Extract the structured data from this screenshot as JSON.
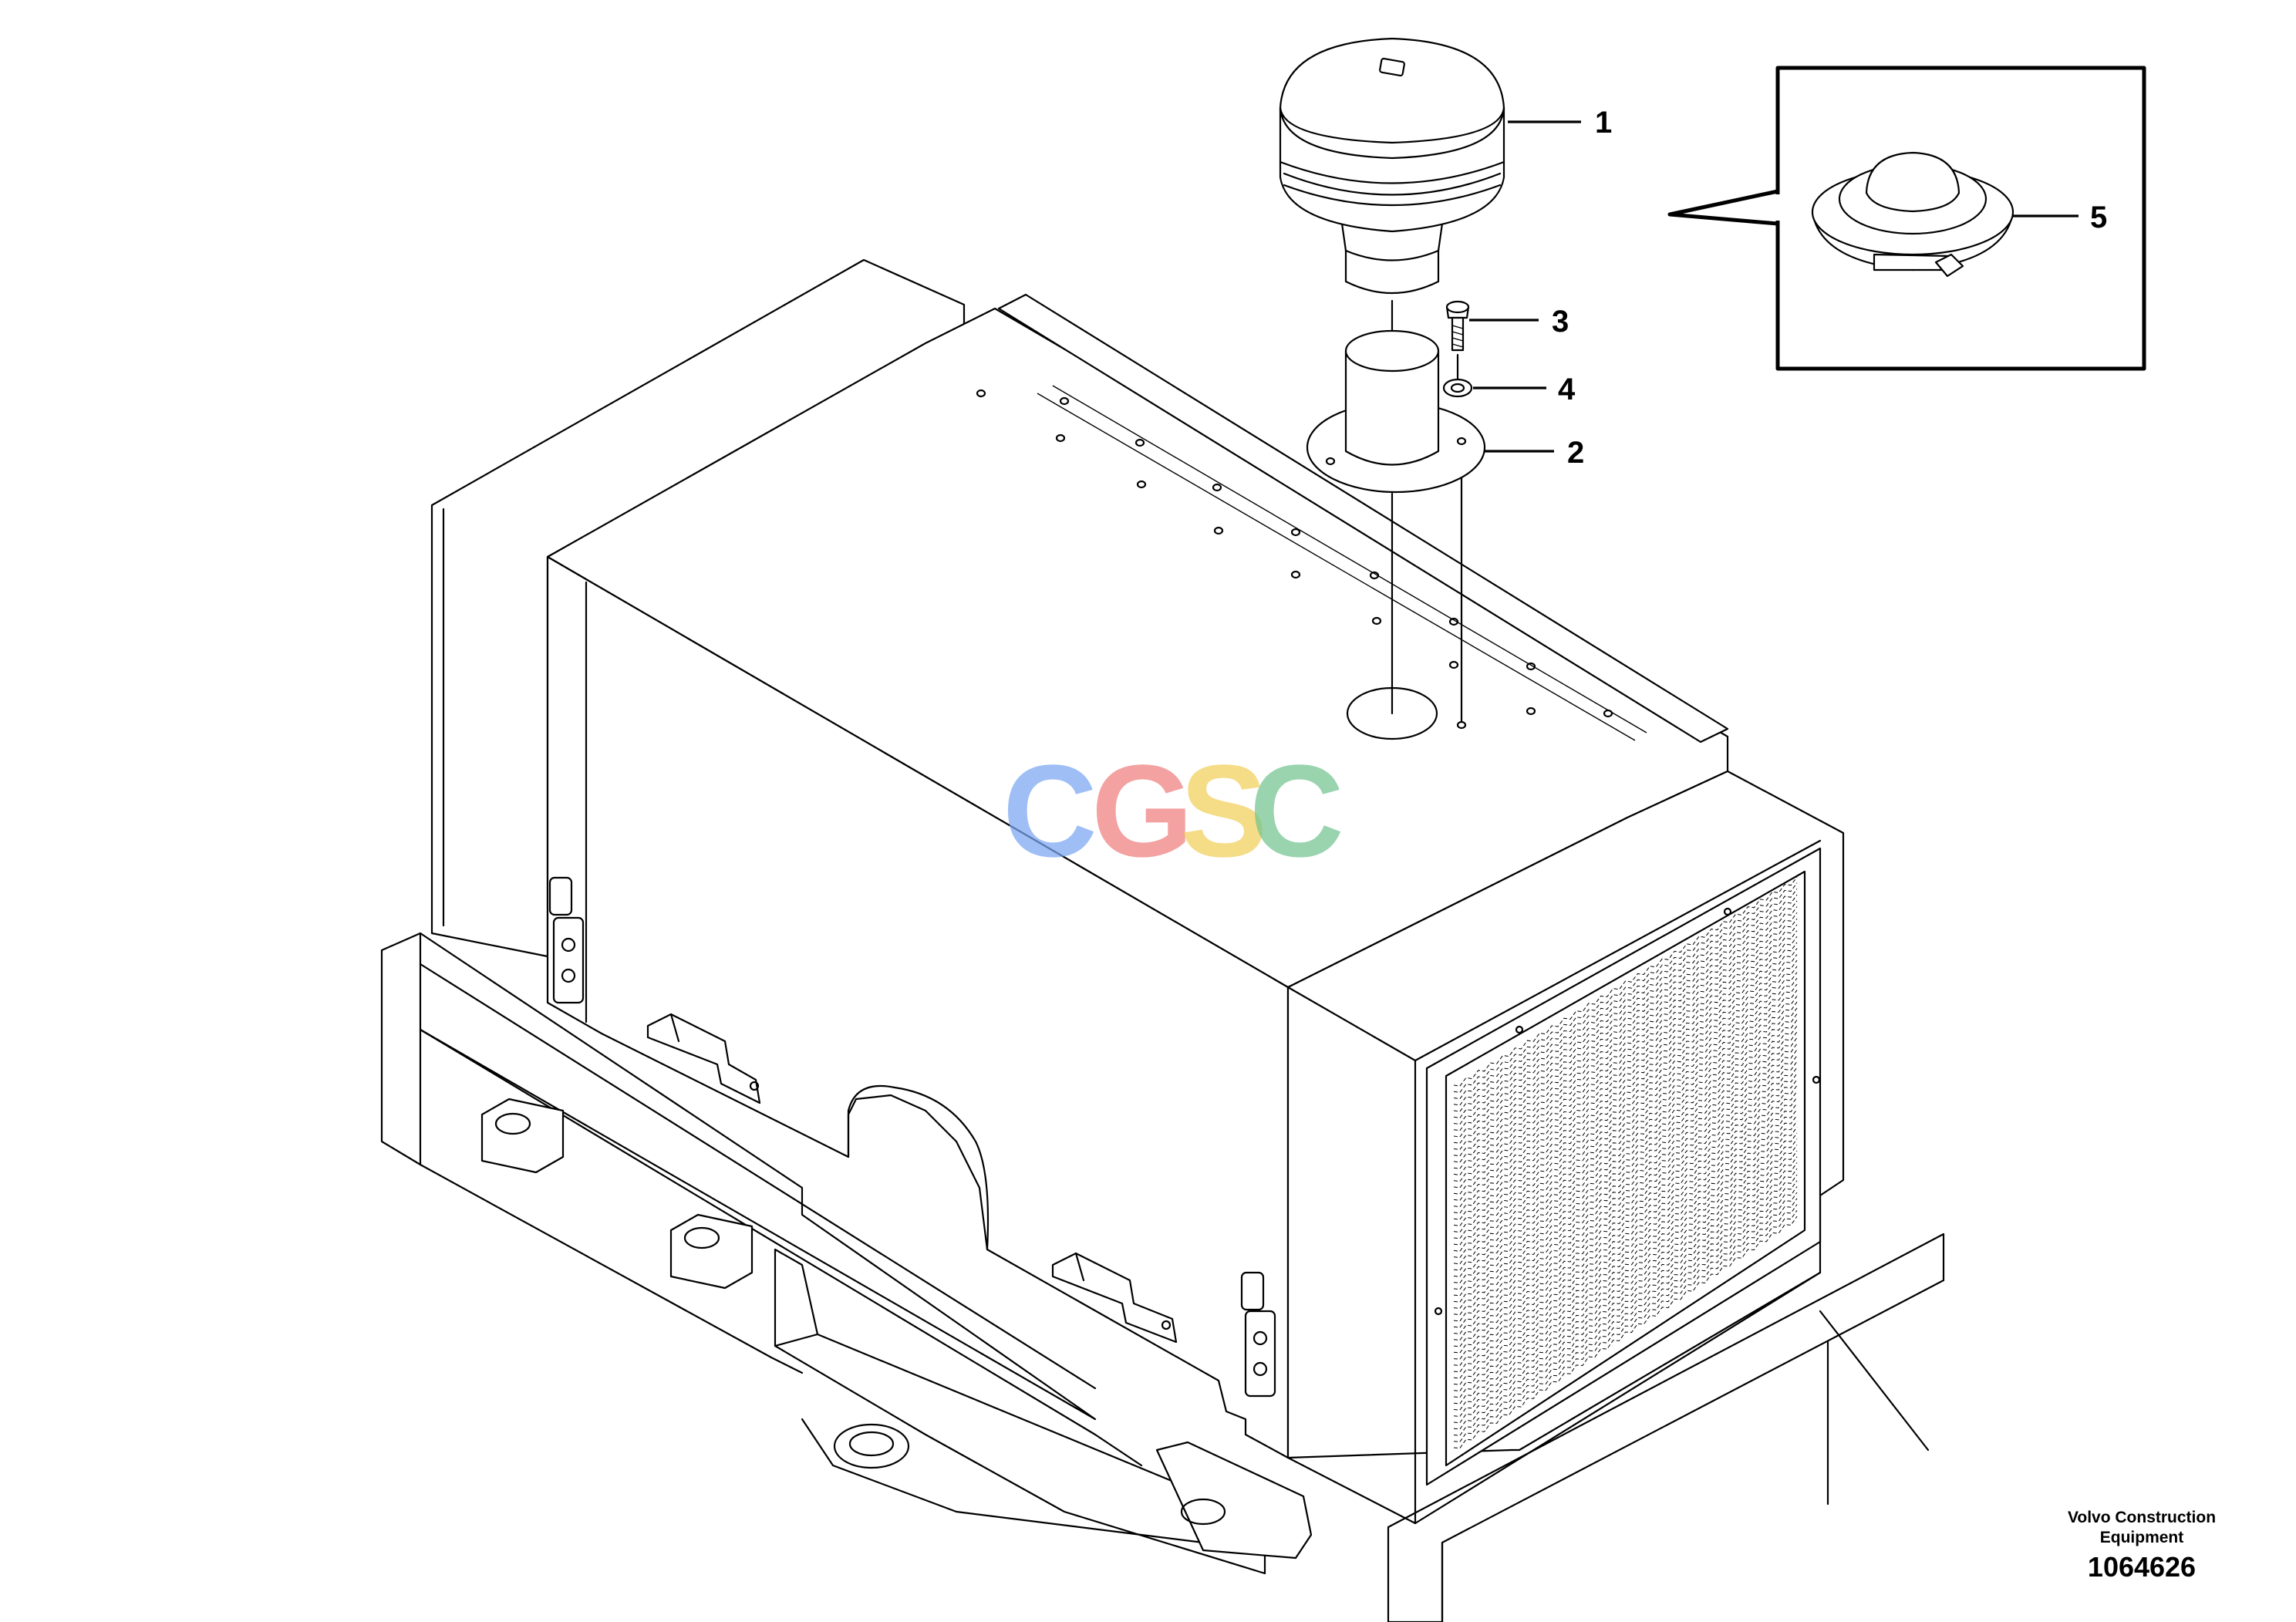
{
  "callouts": [
    {
      "id": "1"
    },
    {
      "id": "2"
    },
    {
      "id": "3"
    },
    {
      "id": "4"
    },
    {
      "id": "5"
    }
  ],
  "footer": {
    "maker_line1": "Volvo Construction",
    "maker_line2": "Equipment",
    "doc_number": "1064626"
  },
  "watermark": {
    "letters": [
      "C",
      "G",
      "S",
      "C"
    ],
    "colors": [
      "#7aa6f2",
      "#ef7d7d",
      "#f2cf5a",
      "#73c490"
    ]
  }
}
